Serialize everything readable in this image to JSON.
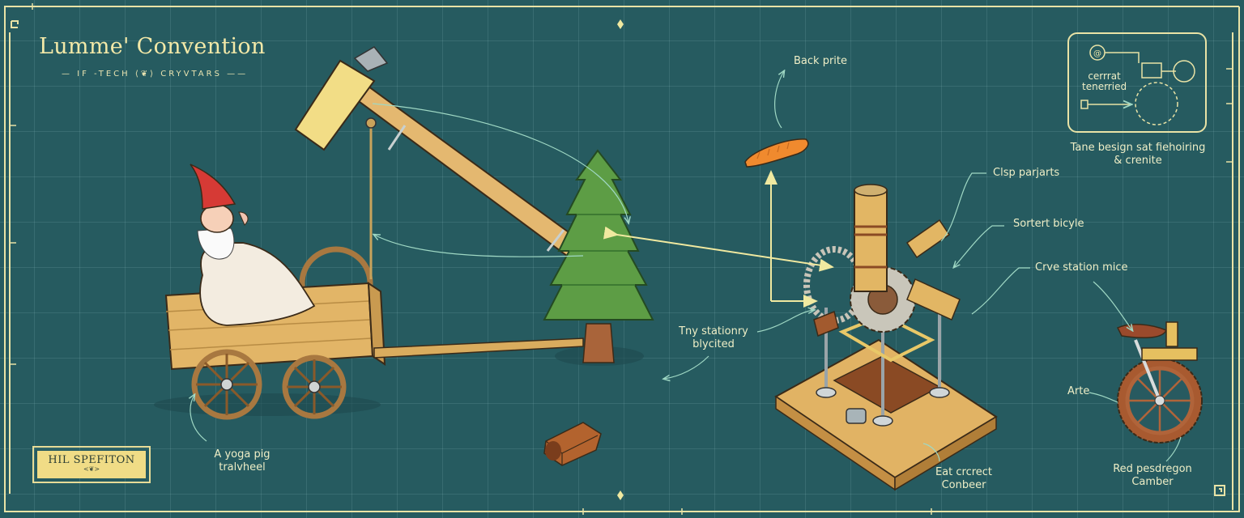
{
  "header": {
    "title": "Lumme' Convention",
    "subtitle": "— IF -TECH ⟨❦⟩ CRYVTARS ——"
  },
  "stamp": {
    "title": "HIL SPEFITON",
    "ornament": "<❦>"
  },
  "inset": {
    "label_line1": "cerrrat",
    "label_line2": "tenerried",
    "caption_line1": "Tane besign sat fiehoiring",
    "caption_line2": "& crenite"
  },
  "labels": {
    "back_prite": "Back prite",
    "clsp_parjarts": "Clsp parjarts",
    "sortert_bicycle": "Sortert bicyle",
    "crve_station_mice": "Crve station mice",
    "tiny_stationary_line1": "Tny stationry",
    "tiny_stationary_line2": "blycited",
    "yoga_pig_line1": "A yoga pig",
    "yoga_pig_line2": "tralvheel",
    "eat_crcrect_line1": "Eat crcrect",
    "eat_crcrect_line2": "Conbeer",
    "arte": "Arte",
    "red_pesdregon_line1": "Red pesdregon",
    "red_pesdregon_line2": "Camber"
  },
  "illustrations": [
    {
      "name": "gnome-on-cart",
      "description": "gnome with red hat sitting on wooden four-wheel cart"
    },
    {
      "name": "hammer-catapult",
      "description": "large wooden mallet on long arm connected to cart"
    },
    {
      "name": "pine-tree",
      "description": "green layered pine tree on stump"
    },
    {
      "name": "carrot",
      "description": "orange carrot"
    },
    {
      "name": "gear-machine",
      "description": "steampunk gear machine on wooden platform"
    },
    {
      "name": "wooden-block",
      "description": "small brown wooden block"
    },
    {
      "name": "unicycle",
      "description": "red unicycle with brown seat"
    }
  ],
  "colors": {
    "background": "#265b60",
    "frame": "#e9e3a6",
    "annotation_line": "#9fd8c4",
    "arrow": "#f0e9a0",
    "label_text": "#eeeec6"
  }
}
